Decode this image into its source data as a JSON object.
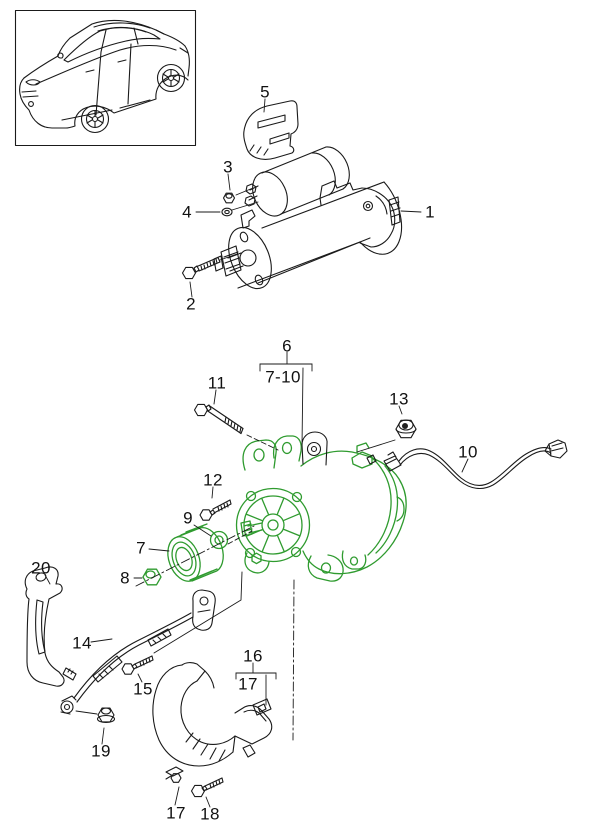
{
  "colors": {
    "line": "#1a1a1a",
    "highlight": "#2f9b2f",
    "background": "#ffffff"
  },
  "callouts": {
    "c1": {
      "text": "1"
    },
    "c2": {
      "text": "2"
    },
    "c3": {
      "text": "3"
    },
    "c4": {
      "text": "4"
    },
    "c5": {
      "text": "5"
    },
    "c6": {
      "text": "6"
    },
    "c7_10": {
      "text": "7-10"
    },
    "c7": {
      "text": "7"
    },
    "c8": {
      "text": "8"
    },
    "c9": {
      "text": "9"
    },
    "c10": {
      "text": "10"
    },
    "c11": {
      "text": "11"
    },
    "c12": {
      "text": "12"
    },
    "c13": {
      "text": "13"
    },
    "c14": {
      "text": "14"
    },
    "c15": {
      "text": "15"
    },
    "c16": {
      "text": "16"
    },
    "c17a": {
      "text": "17"
    },
    "c17b": {
      "text": "17"
    },
    "c18": {
      "text": "18"
    },
    "c19": {
      "text": "19"
    },
    "c20": {
      "text": "20"
    }
  }
}
